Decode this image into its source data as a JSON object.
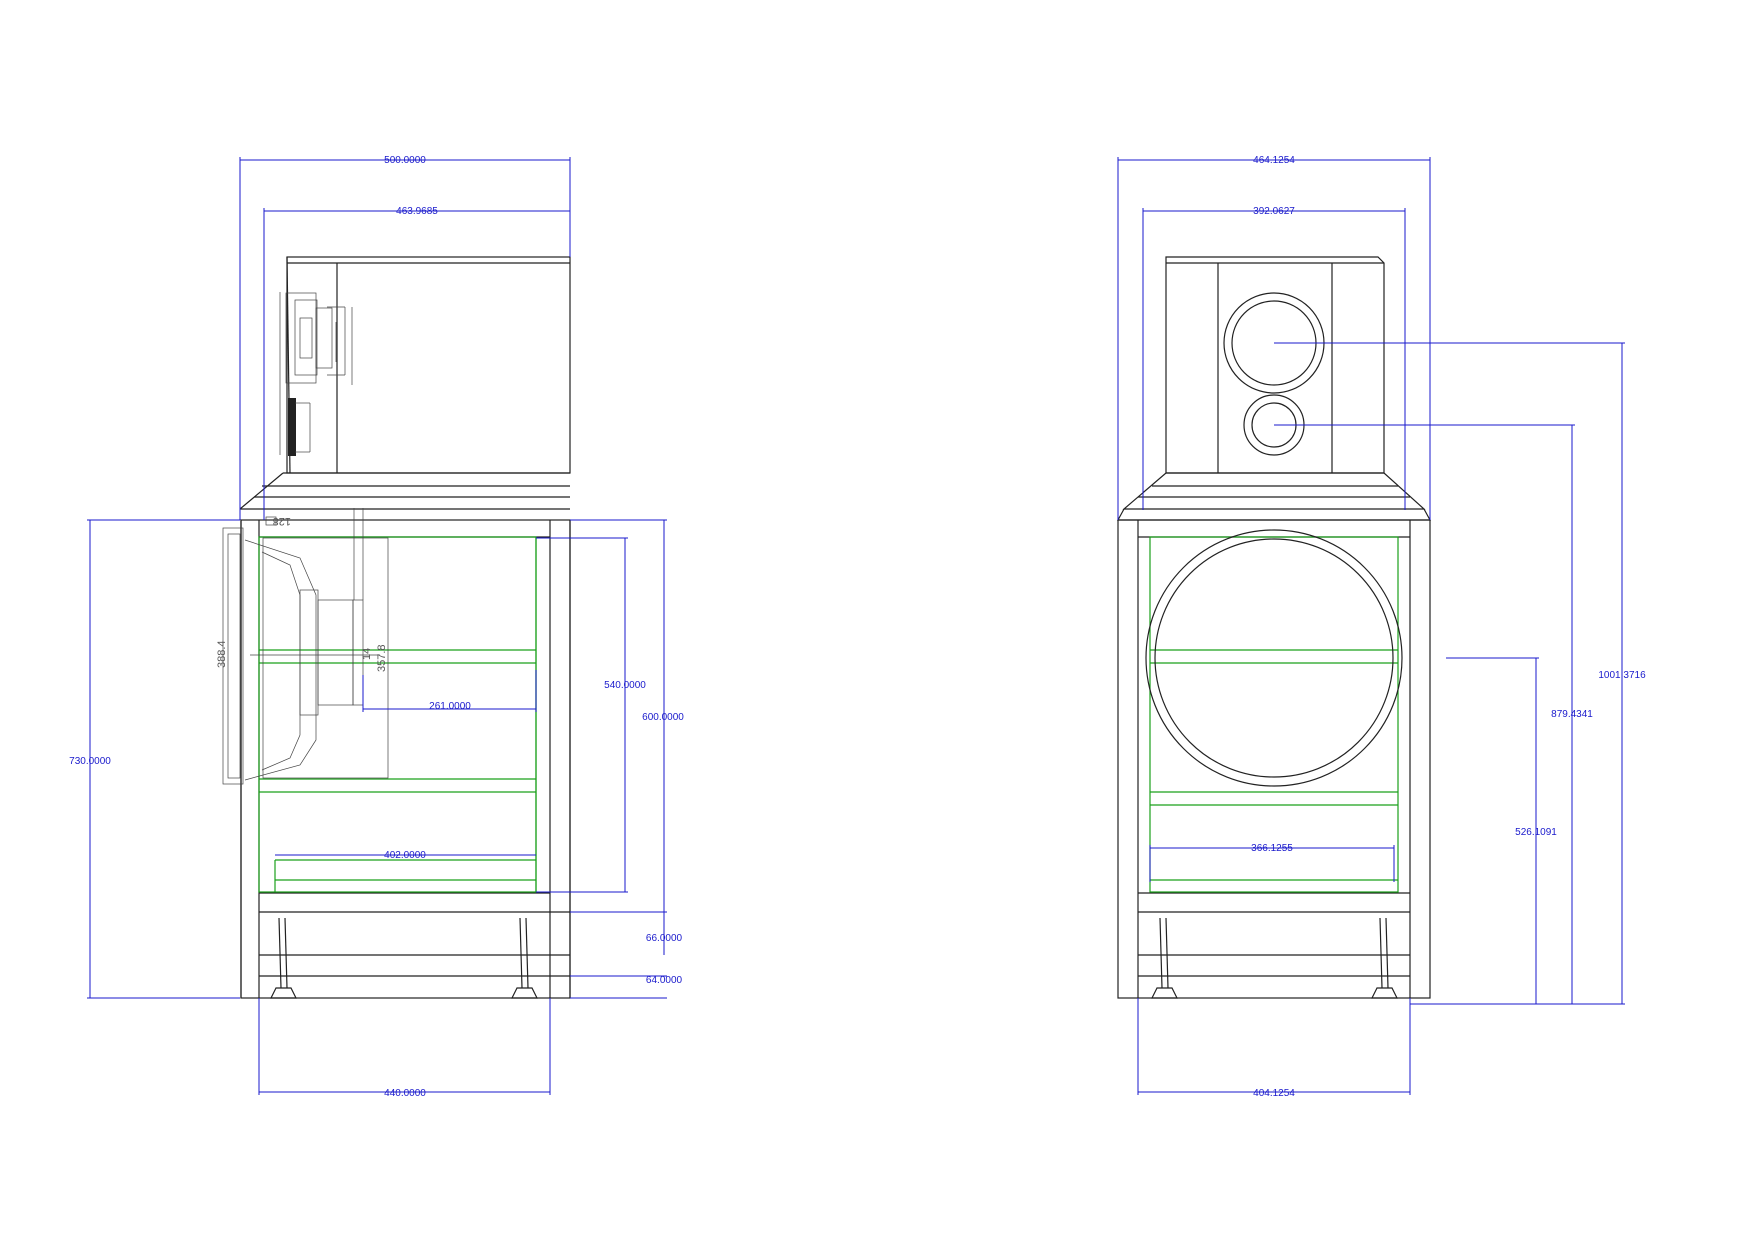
{
  "colors": {
    "dimension": "#1a1acc",
    "outline": "#222222",
    "internal_panels": "#1aa01a",
    "background": "#ffffff"
  },
  "side_view": {
    "dimensions": {
      "top_overall_width": "500.0000",
      "top_inner_width": "463.9685",
      "overall_height": "730.0000",
      "cabinet_height": "600.0000",
      "inner_height": "540.0000",
      "woofer_depth": "261.0000",
      "inner_width": "402.0000",
      "base_width": "440.0000",
      "plinth_height_1": "66.0000",
      "plinth_height_2": "64.0000"
    },
    "driver_labels": {
      "woofer_diameter": "388.4",
      "woofer_small_a": "128",
      "woofer_small_b": "14",
      "woofer_small_c": "357.8"
    }
  },
  "front_view": {
    "dimensions": {
      "top_overall_width": "464.1254",
      "top_inner_width": "392.0627",
      "overall_height": "1001.3716",
      "tweeter_height": "879.4341",
      "woofer_center_height": "526.1091",
      "inner_width": "366.1255",
      "base_width": "404.1254"
    }
  }
}
